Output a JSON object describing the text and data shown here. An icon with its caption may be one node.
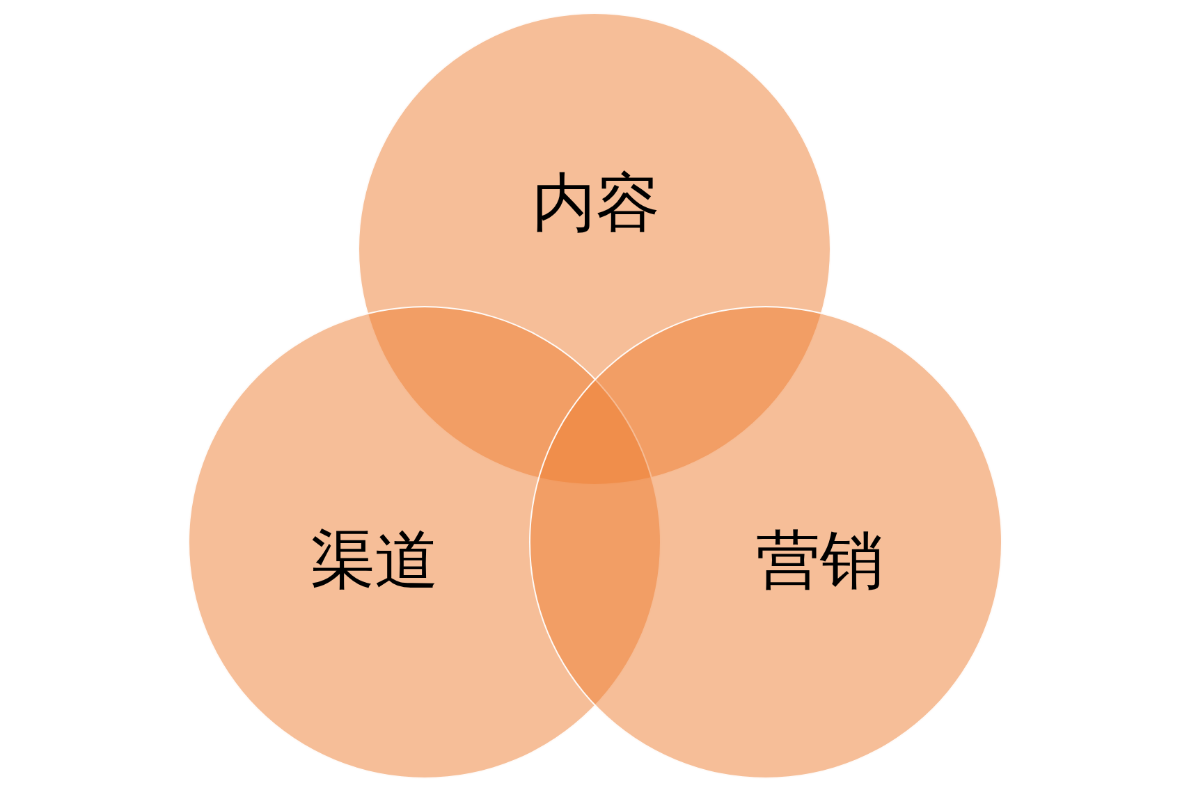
{
  "diagram": {
    "nodes": [
      {
        "text": [
          "内容"
        ]
      },
      {
        "text": [
          "渠道"
        ]
      },
      {
        "text": [
          "营销"
        ]
      }
    ]
  }
}
